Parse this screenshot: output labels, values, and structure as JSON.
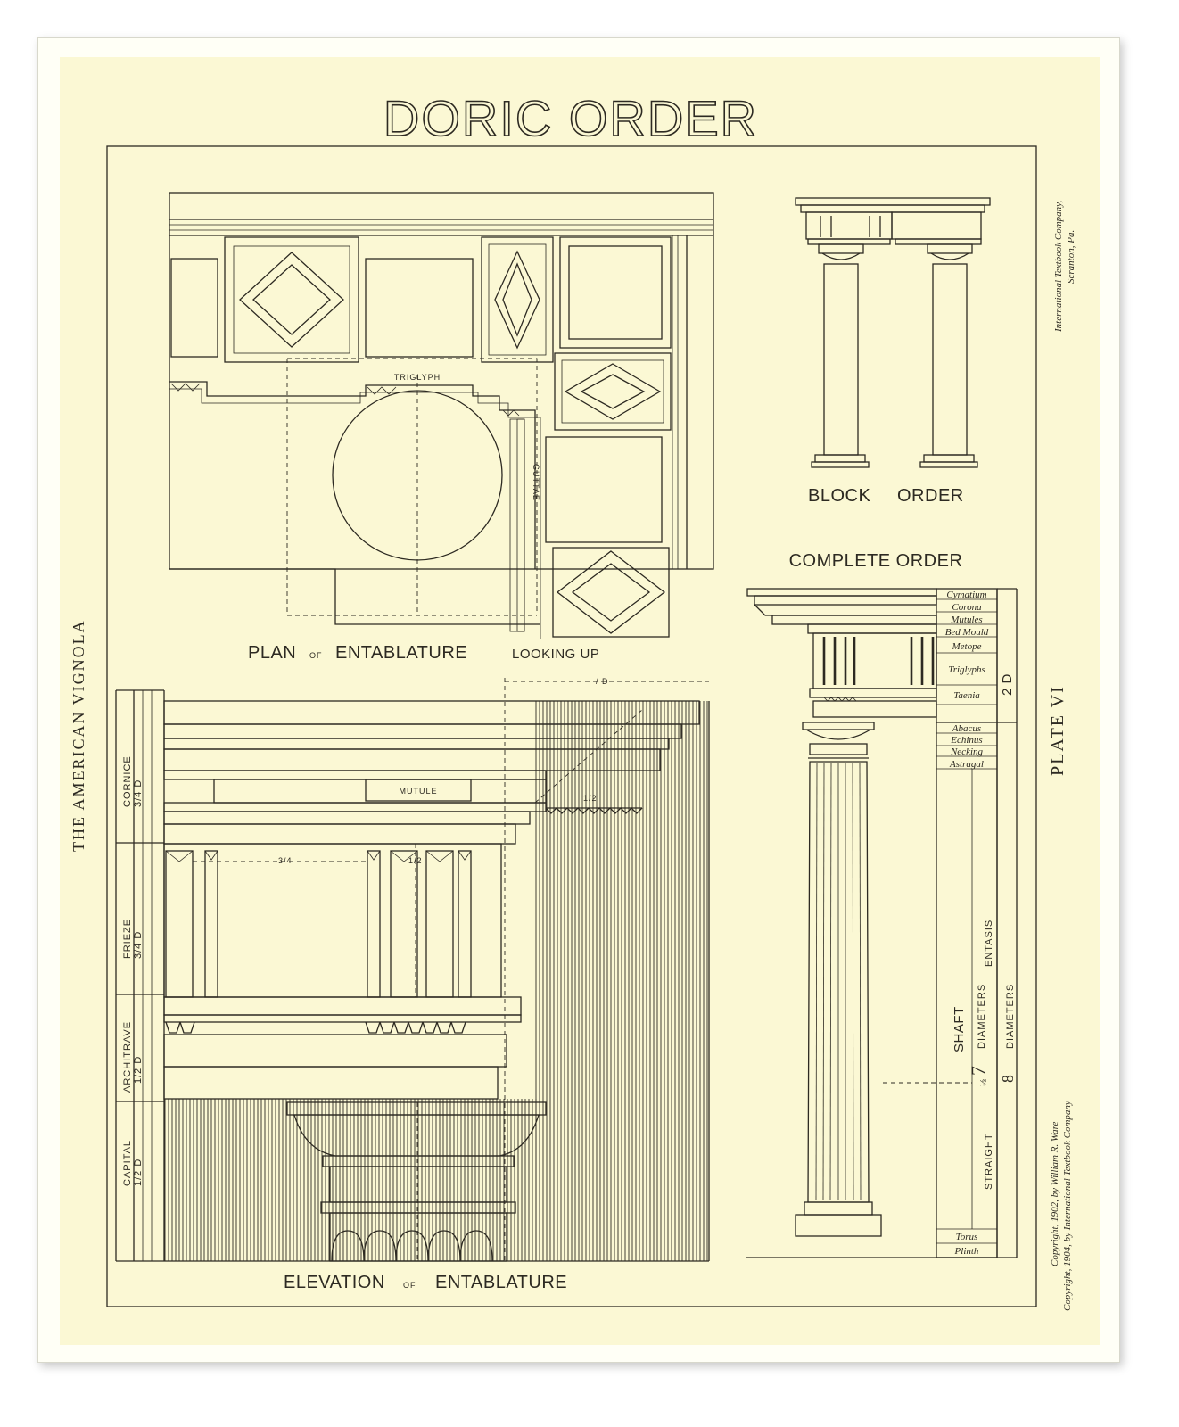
{
  "title": "DORIC ORDER",
  "side_text": {
    "left": "THE AMERICAN VIGNOLA",
    "right_plate": "PLATE VI",
    "publisher_1": "International Textbook Company,",
    "publisher_2": "Scranton, Pa.",
    "copyright_1": "Copyright, 1902, by William R. Ware",
    "copyright_2": "Copyright, 1904, by International Textbook Company"
  },
  "plan": {
    "caption_a": "PLAN",
    "caption_of": "OF",
    "caption_b": "ENTABLATURE",
    "caption_c": "LOOKING UP",
    "triglyph": "TRIGLYPH",
    "guttae": "GUTTAE"
  },
  "block_order": {
    "caption_a": "BLOCK",
    "caption_b": "ORDER"
  },
  "complete_order": {
    "caption": "COMPLETE ORDER",
    "parts": [
      "Cymatium",
      "Corona",
      "Mutules",
      "Bed Mould",
      "Metope",
      "Triglyphs",
      "Taenia",
      "Abacus",
      "Echinus",
      "Necking",
      "Astragal",
      "Torus",
      "Plinth"
    ],
    "entab": "2 D",
    "shaft": "SHAFT",
    "seven": "7",
    "third": "⅓",
    "diameters": "DIAMETERS",
    "entasis": "ENTASIS",
    "eight": "8",
    "diameters8": "DIAMETERS",
    "straight": "STRAIGHT"
  },
  "elevation": {
    "caption_a": "ELEVATION",
    "caption_of": "OF",
    "caption_b": "ENTABLATURE",
    "mutule": "MUTULE",
    "one_d": "/ D",
    "half": "1/2",
    "three_quarter": "3/4",
    "half_small": "1/2",
    "scale": [
      {
        "name": "CORNICE",
        "size": "3/4 D"
      },
      {
        "name": "FRIEZE",
        "size": "3/4 D"
      },
      {
        "name": "ARCHITRAVE",
        "size": "1/2 D"
      },
      {
        "name": "CAPITAL",
        "size": "1/2 D"
      }
    ]
  }
}
